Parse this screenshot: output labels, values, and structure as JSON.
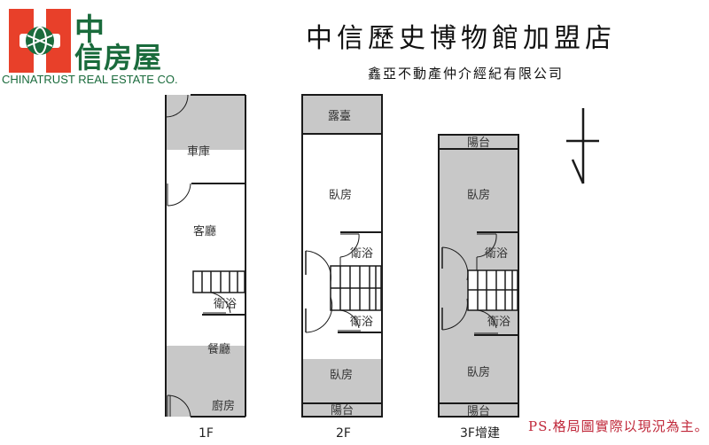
{
  "brand": {
    "name_zh_line1": "中",
    "name_zh_line2": "信房屋",
    "name_en": "CHINATRUST REAL ESTATE CO.",
    "colors": {
      "red": "#e8402a",
      "green": "#1a6b3c"
    }
  },
  "header": {
    "title": "中信歷史博物館加盟店",
    "subtitle": "鑫亞不動產仲介經紀有限公司"
  },
  "compass": {
    "icon": "north-arrow-icon"
  },
  "floors": [
    {
      "label": "1F",
      "rooms": {
        "garage": "車庫",
        "living": "客廳",
        "bath": "衛浴",
        "dining": "餐廳",
        "kitchen": "廚房"
      }
    },
    {
      "label": "2F",
      "rooms": {
        "terrace": "露臺",
        "bedroom1": "臥房",
        "bath1": "衛浴",
        "bath2": "衛浴",
        "bedroom2": "臥房",
        "balcony": "陽台"
      }
    },
    {
      "label": "3F增建",
      "rooms": {
        "balcony_top": "陽台",
        "bedroom1": "臥房",
        "bath1": "衛浴",
        "bath2": "衛浴",
        "bedroom2": "臥房",
        "balcony_bottom": "陽台"
      }
    }
  ],
  "note": "PS.格局圖實際以現況為主。",
  "colors": {
    "shaded_area": "#c8c8c8",
    "wall": "#1a1a1a",
    "note": "#c0283a"
  }
}
